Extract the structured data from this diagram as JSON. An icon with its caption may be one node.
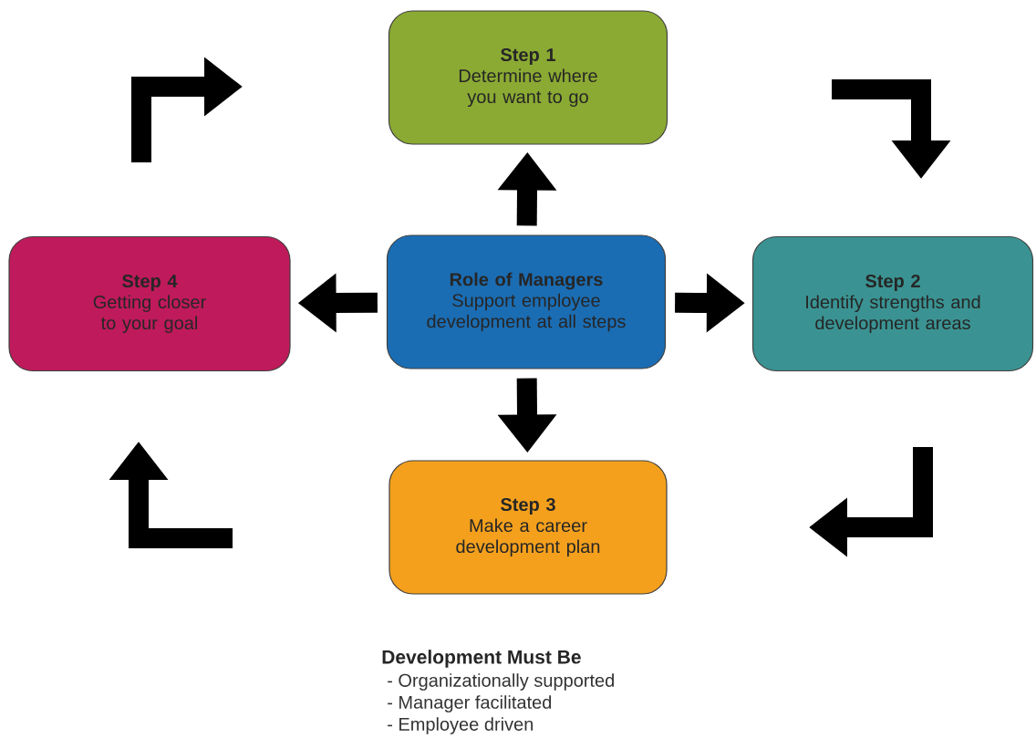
{
  "diagram": {
    "nodes": [
      {
        "text": [
          "Step 1",
          "Determine where you want to go"
        ]
      },
      {
        "text": [
          "Step 4",
          "Getting closer to your goal"
        ]
      },
      {
        "text": [
          "Role of Managers",
          "Support employee development at all steps"
        ]
      },
      {
        "text": [
          "Step 2",
          "Identify strengths and development areas"
        ]
      },
      {
        "text": [
          "Step 3",
          "Make a career development plan"
        ]
      }
    ],
    "edges": [
      {
        "from": 2,
        "to": 0,
        "arrow": "to"
      },
      {
        "from": 2,
        "to": 1,
        "arrow": "to"
      },
      {
        "from": 2,
        "to": 3,
        "arrow": "to"
      },
      {
        "from": 2,
        "to": 4,
        "arrow": "to"
      }
    ],
    "labels": [
      "Development Must Be",
      "- Organizationally supported",
      "- Manager facilitated",
      "- Employee driven"
    ]
  }
}
